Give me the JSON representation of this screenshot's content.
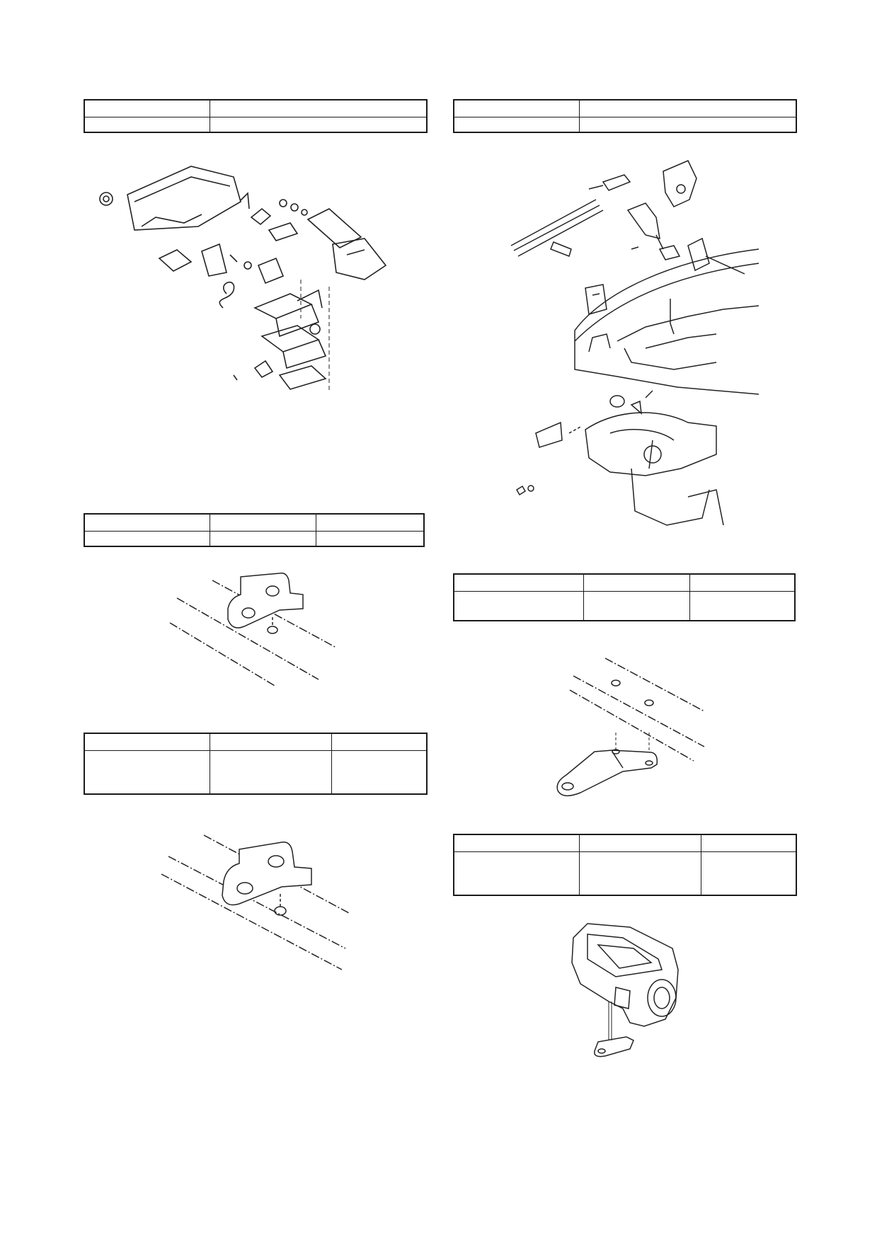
{
  "page": {
    "tables": [
      {
        "id": "t1",
        "rows": [
          [
            "",
            ""
          ],
          [
            "",
            ""
          ]
        ]
      },
      {
        "id": "t2",
        "rows": [
          [
            "",
            ""
          ],
          [
            "",
            ""
          ]
        ]
      },
      {
        "id": "t3",
        "rows": [
          [
            "",
            "",
            ""
          ],
          [
            "",
            "",
            ""
          ]
        ]
      },
      {
        "id": "t4",
        "rows": [
          [
            "",
            "",
            ""
          ],
          [
            "",
            "",
            ""
          ]
        ]
      },
      {
        "id": "t5",
        "rows": [
          [
            "",
            "",
            ""
          ],
          [
            "",
            "",
            ""
          ]
        ]
      },
      {
        "id": "t6",
        "rows": [
          [
            "",
            "",
            ""
          ],
          [
            "",
            "",
            ""
          ]
        ]
      }
    ],
    "figures": [
      {
        "id": "remote-control-box-exploded",
        "icon": "exploded-parts-drawing"
      },
      {
        "id": "engine-bottom-cowl-exploded",
        "icon": "exploded-parts-drawing"
      },
      {
        "id": "bracket-on-rails-1",
        "icon": "bracket-drawing"
      },
      {
        "id": "bracket-on-rails-2",
        "icon": "bracket-drawing"
      },
      {
        "id": "bracket-under-rails",
        "icon": "bracket-drawing"
      },
      {
        "id": "bracket-on-swivel-housing",
        "icon": "bracket-drawing"
      }
    ]
  }
}
